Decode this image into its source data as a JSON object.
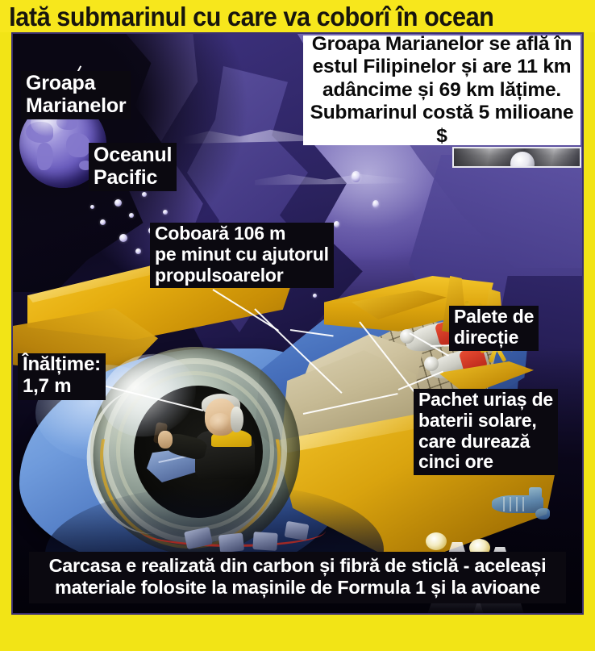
{
  "title": "Iată submarinul cu care va coborî în ocean",
  "info_box": {
    "text": "Groapa Marianelor se află în\nestul Filipinelor și are 11 km\nadâncime și 69 km lățime.\nSubmarinul costă 5 milioane $"
  },
  "labels": {
    "trench": "Groapa\nMarianelor",
    "pacific": "Oceanul\nPacific",
    "descent": "Coboară 106 m\npe minut cu ajutorul\npropulsoarelor",
    "height": "Înălțime:\n1,7 m",
    "rudder": "Palete de\ndirecție",
    "battery": "Pachet uriaș de\nbaterii solare,\ncare durează\ncinci ore"
  },
  "caption": "Carcasa e realizată din carbon și fibră de sticlă - aceleași\nmateriale folosite la mașinile de Formula 1 și la avioane",
  "colors": {
    "banner_yellow": "#F7E71C",
    "frame_border": "#3A2F70",
    "label_bg": "#0B0910",
    "label_text": "#FFFFFF",
    "info_bg": "#FFFFFF",
    "info_text": "#0A0A0A",
    "water_purple": "#6A5EA8",
    "hull_blue": "#4A74BE",
    "wing_yellow": "#E6AE10",
    "battery_tan": "#C6BA94",
    "marker_red": "#E8302A"
  },
  "figures": {
    "depth_km": 11,
    "width_km": 69,
    "cost_million_usd": 5,
    "descent_m_per_min": 106,
    "height_m": "1,7",
    "battery_hours": "cinci"
  }
}
